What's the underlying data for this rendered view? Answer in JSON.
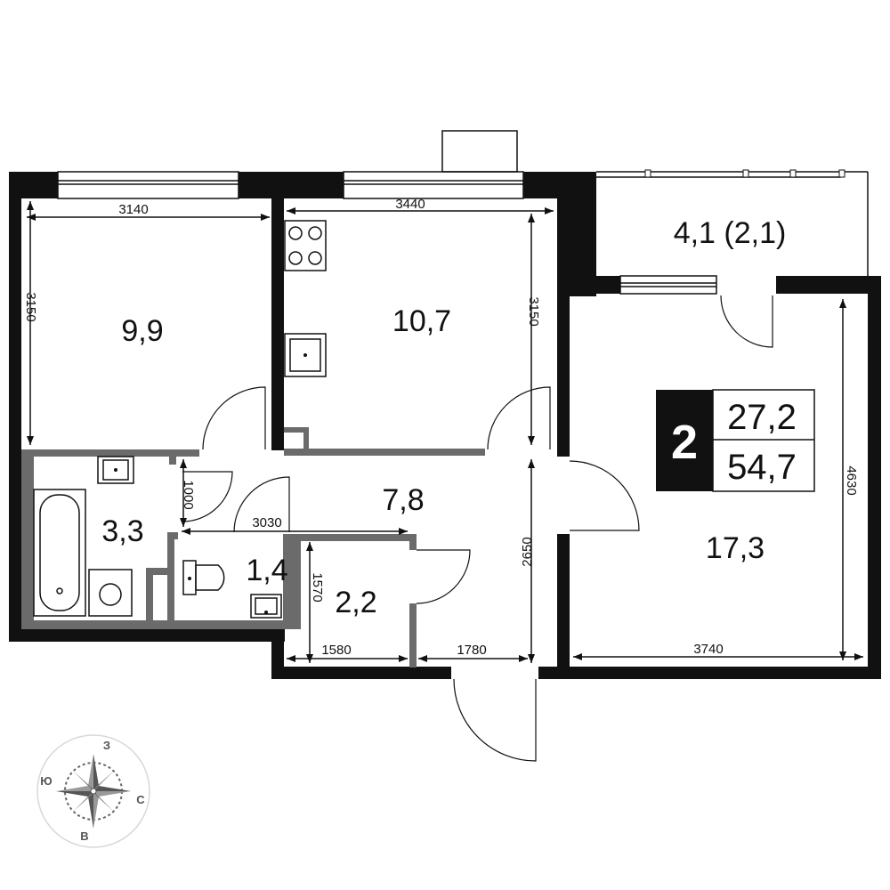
{
  "plan": {
    "room_count": "2",
    "living_area": "27,2",
    "total_area": "54,7"
  },
  "rooms": {
    "bedroom": "9,9",
    "kitchen": "10,7",
    "balcony": "4,1 (2,1)",
    "living": "17,3",
    "hall": "7,8",
    "bathroom": "3,3",
    "wc": "1,4",
    "closet": "2,2"
  },
  "dimensions": {
    "bedroom_width": "3140",
    "bedroom_depth": "3150",
    "kitchen_width": "3440",
    "kitchen_depth": "3150",
    "living_depth": "4630",
    "living_width": "3740",
    "hall_width": "3030",
    "bath_door": "1000",
    "closet_depth": "1570",
    "hall_depth": "2650",
    "front_left": "1580",
    "front_right": "1780"
  },
  "compass": {
    "north": "З",
    "west": "Ю",
    "east": "С",
    "south": "В"
  },
  "colors": {
    "wall": "#111111",
    "interior_wall": "#6b6b6b",
    "badge": "#111111"
  }
}
